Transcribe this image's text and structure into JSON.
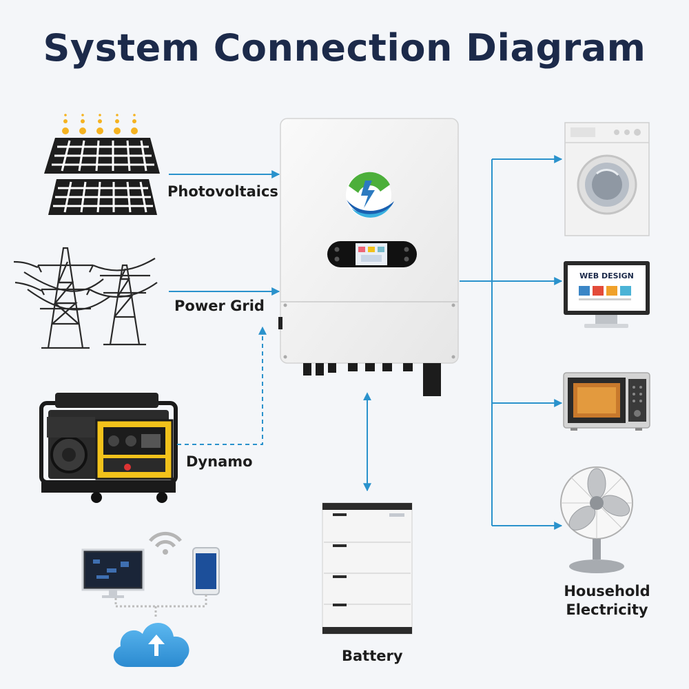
{
  "title": "System Connection Diagram",
  "labels": {
    "photovoltaics": "Photovoltaics",
    "power_grid": "Power Grid",
    "dynamo": "Dynamo",
    "battery": "Battery",
    "household_line1": "Household",
    "household_line2": "Electricity"
  },
  "monitor_screen_text": "WEB DESIGN",
  "colors": {
    "title": "#1c2a4a",
    "arrow": "#2a92cc",
    "inverter_body": "#f3f3f3",
    "generator_yellow": "#f2c21b",
    "cloud": "#3aa0e0"
  }
}
